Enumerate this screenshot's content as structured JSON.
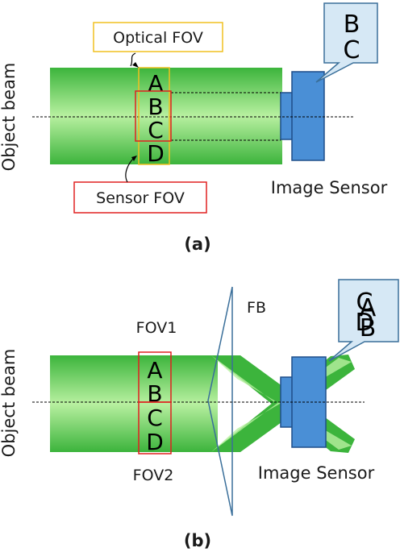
{
  "panel_a": {
    "side_label": "Object beam",
    "optical_fov_label": "Optical FOV",
    "sensor_fov_label": "Sensor FOV",
    "image_sensor_label": "Image Sensor",
    "letters": [
      "A",
      "B",
      "C",
      "D"
    ],
    "callout_letters": [
      "B",
      "C"
    ],
    "caption": "(a)"
  },
  "panel_b": {
    "side_label": "Object beam",
    "fov1_label": "FOV1",
    "fov2_label": "FOV2",
    "fb_label": "FB",
    "image_sensor_label": "Image Sensor",
    "letters": [
      "A",
      "B",
      "C",
      "D"
    ],
    "callout_overlap": [
      "C",
      "A",
      "D",
      "B"
    ],
    "caption": "(b)"
  },
  "colors": {
    "beam_green": "#3cb43c",
    "beam_light": "#b8f0a0",
    "sensor_blue": "#4a8fd6",
    "sensor_border": "#1f4f8a",
    "callout_fill": "#d6e8f5",
    "optical_box": "#f0c020",
    "sensor_box": "#e02020"
  }
}
